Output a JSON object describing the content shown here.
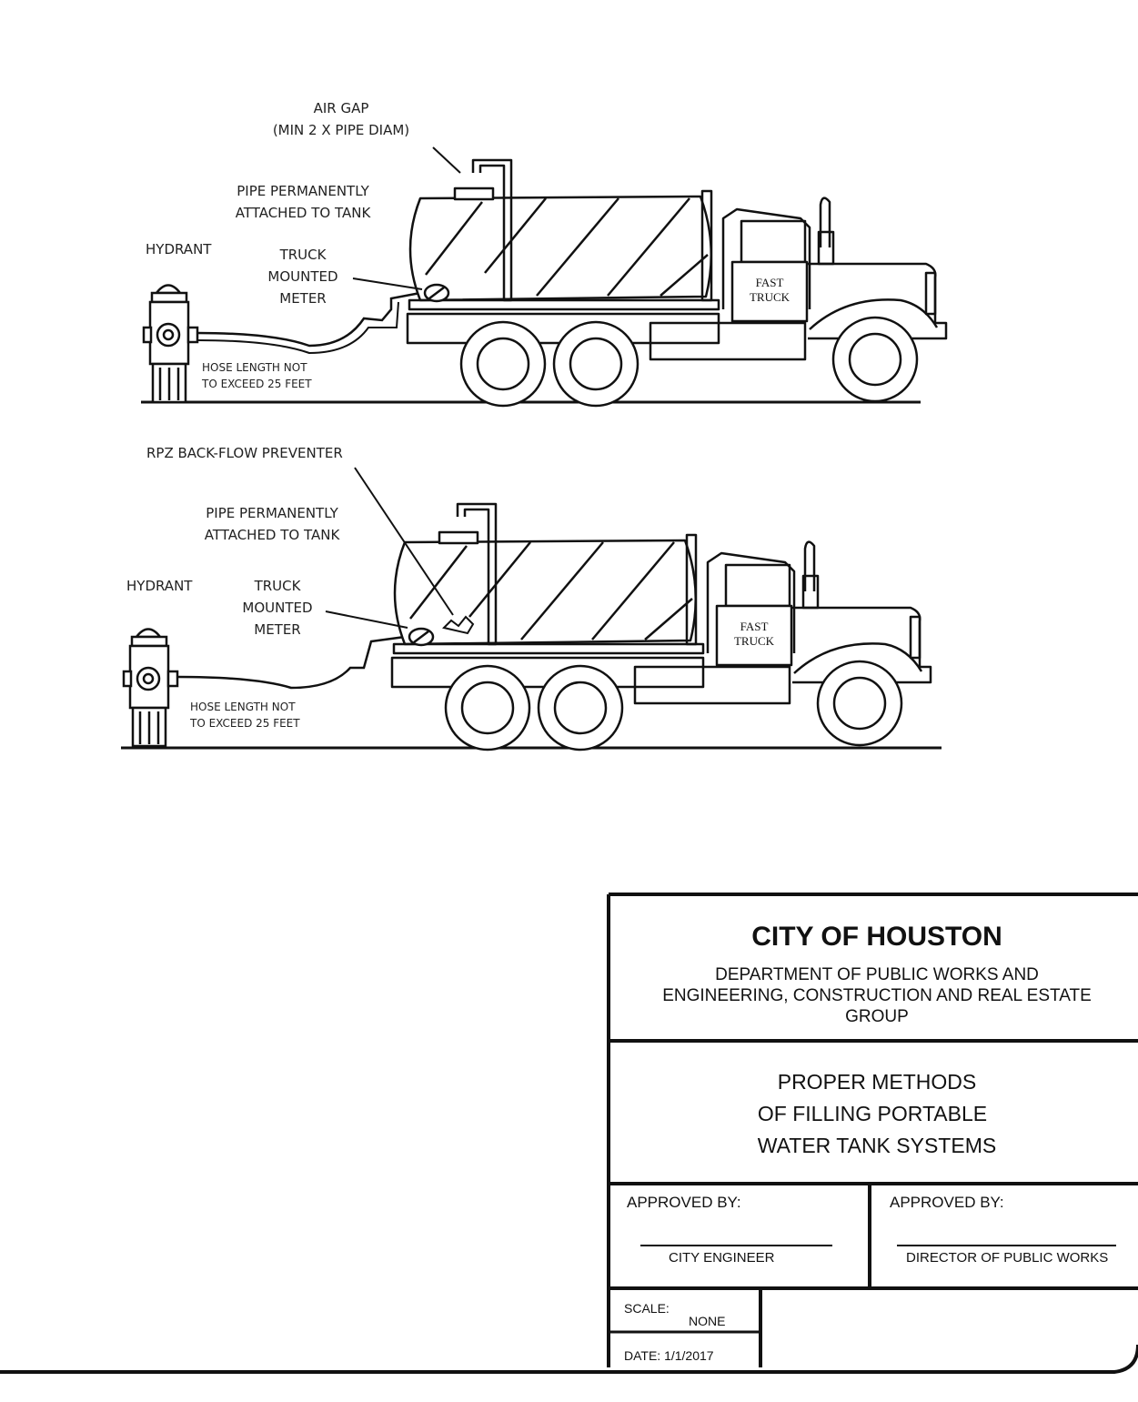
{
  "diagram_top": {
    "air_gap_label": [
      "AIR GAP",
      "(MIN 2 X PIPE DIAM)"
    ],
    "pipe_label": [
      "PIPE PERMANENTLY",
      "ATTACHED TO TANK"
    ],
    "hydrant_label": "HYDRANT",
    "meter_label": [
      "TRUCK",
      "MOUNTED",
      "METER"
    ],
    "hose_label": [
      "HOSE LENGTH NOT",
      "TO EXCEED 25 FEET"
    ],
    "truck_door_text": [
      "FAST",
      "TRUCK"
    ]
  },
  "diagram_bottom": {
    "rpz_label": "RPZ BACK-FLOW PREVENTER",
    "pipe_label": [
      "PIPE PERMANENTLY",
      "ATTACHED TO TANK"
    ],
    "hydrant_label": "HYDRANT",
    "meter_label": [
      "TRUCK",
      "MOUNTED",
      "METER"
    ],
    "hose_label": [
      "HOSE LENGTH NOT",
      "TO EXCEED 25 FEET"
    ],
    "truck_door_text": [
      "FAST",
      "TRUCK"
    ]
  },
  "title_block": {
    "organization": "CITY OF HOUSTON",
    "department": [
      "DEPARTMENT OF PUBLIC WORKS AND",
      "ENGINEERING, CONSTRUCTION AND REAL ESTATE",
      "GROUP"
    ],
    "drawing_title": [
      "PROPER METHODS",
      "OF FILLING PORTABLE",
      "WATER TANK SYSTEMS"
    ],
    "approval_left": {
      "label": "APPROVED BY:",
      "role": "CITY ENGINEER"
    },
    "approval_right": {
      "label": "APPROVED BY:",
      "role": "DIRECTOR OF PUBLIC WORKS"
    },
    "scale_label": "SCALE:",
    "scale_value": "NONE",
    "date": "DATE: 1/1/2017"
  }
}
